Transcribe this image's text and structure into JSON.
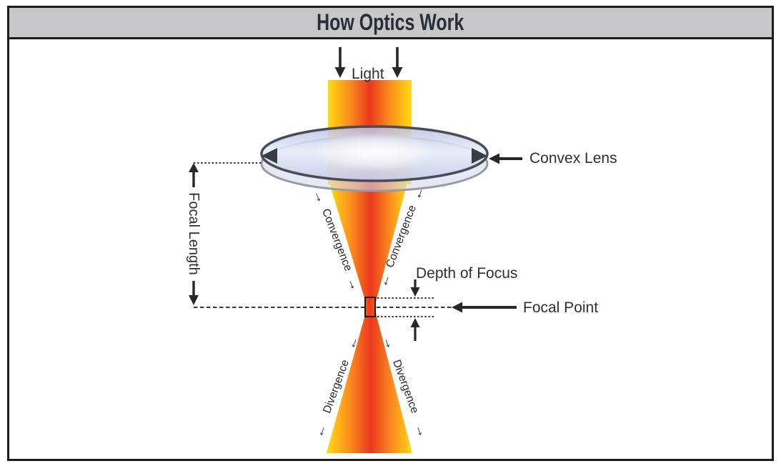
{
  "title": "How Optics Work",
  "labels": {
    "light": "Light",
    "convex_lens": "Convex Lens",
    "focal_length": "Focal Length",
    "convergence_left": "Convergence",
    "convergence_right": "Convergence",
    "divergence_left": "Divergence",
    "divergence_right": "Divergence",
    "depth_of_focus": "Depth of Focus",
    "focal_point": "Focal Point"
  },
  "icons": {
    "ray_arrow_forward": "→",
    "ray_arrow_back": "←"
  },
  "colors": {
    "beam_yellow": "#FFDB12",
    "beam_orange": "#FB8D1E",
    "beam_red": "#E9391D",
    "lens_fill": "#C9CFEA",
    "lens_stroke": "#4B4B55",
    "lens_inner_stroke": "#9A9AA2",
    "titlebar_bg": "#C7C6C9",
    "frame_border": "#1C1C1E",
    "text": "#2E2E35",
    "focal_rect_fill": "#EA3A1B"
  }
}
